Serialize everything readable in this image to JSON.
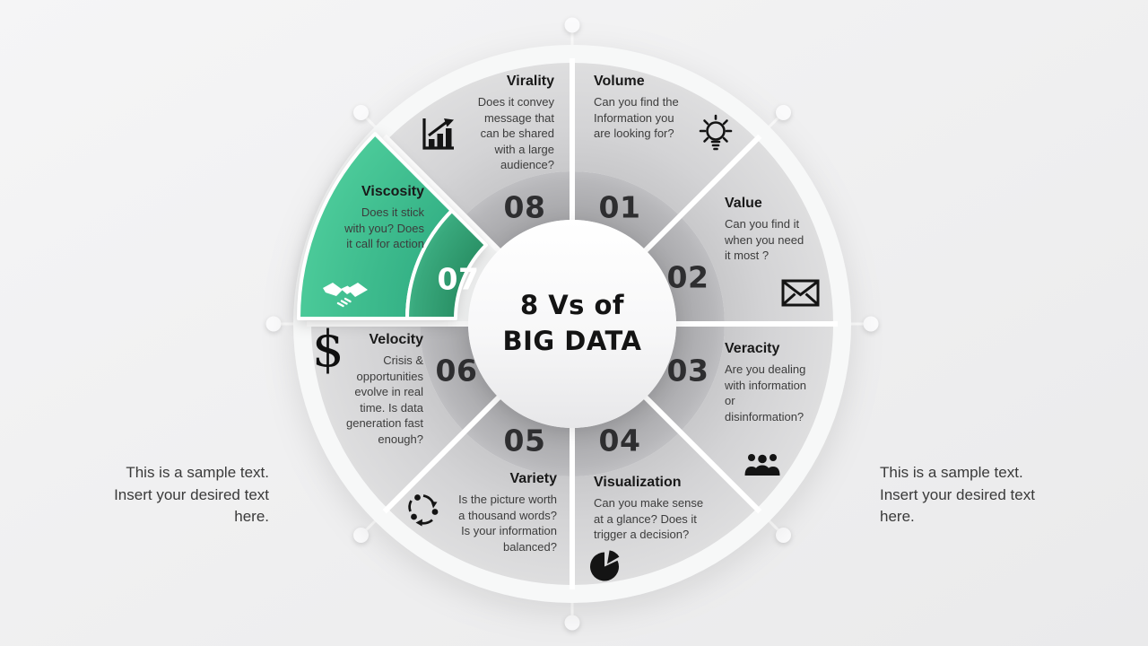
{
  "title": {
    "line1": "8 Vs of",
    "line2": "BIG DATA"
  },
  "segments": [
    {
      "number": "01",
      "name": "Volume",
      "description": "Can you find the Information you are looking for?",
      "icon": "lightbulb-icon"
    },
    {
      "number": "02",
      "name": "Value",
      "description": "Can you find it when you need it most ?",
      "icon": "envelope-icon"
    },
    {
      "number": "03",
      "name": "Veracity",
      "description": "Are you dealing with information or disinformation?",
      "icon": "people-icon"
    },
    {
      "number": "04",
      "name": "Visualization",
      "description": "Can you make sense at a glance? Does it trigger a decision?",
      "icon": "pie-chart-icon"
    },
    {
      "number": "05",
      "name": "Variety",
      "description": "Is the picture worth a thousand words? Is your information balanced?",
      "icon": "cycle-arrows-icon"
    },
    {
      "number": "06",
      "name": "Velocity",
      "description": "Crisis & opportunities evolve in  real time. Is data generation fast enough?",
      "icon": "dollar-icon",
      "icon_glyph": "$"
    },
    {
      "number": "07",
      "name": "Viscosity",
      "description": "Does it stick with you? Does it call for action",
      "icon": "handshake-icon",
      "highlighted": true
    },
    {
      "number": "08",
      "name": "Virality",
      "description": "Does it convey message that can be shared with a large audience?",
      "icon": "bar-chart-icon"
    }
  ],
  "side_texts": {
    "left": "This is a sample text. Insert your desired text here.",
    "right": "This is a sample text. Insert your desired text here."
  },
  "colors": {
    "highlight": "#42c592",
    "highlight_dark": "#2f9b74",
    "segment_gray": "#d6d6d8",
    "number_ring_gray": "#aeaeb1",
    "divider_white": "#ffffff",
    "background": "#efefef"
  }
}
